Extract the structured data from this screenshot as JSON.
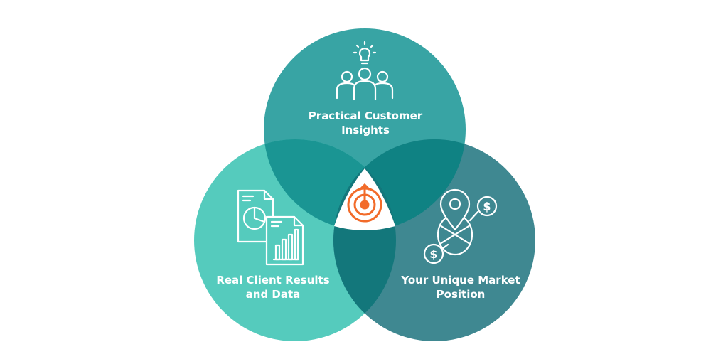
{
  "circles": [
    {
      "id": "top",
      "lines": [
        "Practical Customer",
        "Insights"
      ],
      "color": "#38a4a4",
      "icon": "team-idea-icon"
    },
    {
      "id": "left",
      "lines": [
        "Real Client Results",
        "and Data"
      ],
      "color": "#55cbbd",
      "icon": "reports-charts-icon"
    },
    {
      "id": "right",
      "lines": [
        "Your Unique Market",
        "Position"
      ],
      "color": "#3f8891",
      "icon": "market-location-icon"
    }
  ],
  "center": {
    "icon": "target-icon",
    "accent_color": "#f26b2a"
  }
}
